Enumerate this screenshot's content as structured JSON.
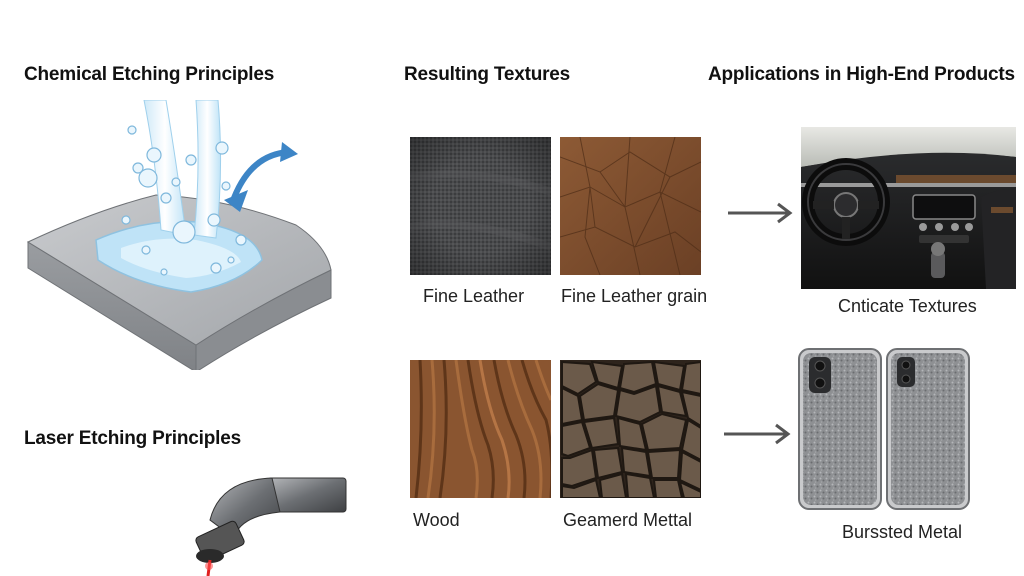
{
  "headings": {
    "chemical": "Chemical Etching Principles",
    "laser": "Laser Etching Principles",
    "textures": "Resulting Textures",
    "applications": "Applications in High-End Products"
  },
  "textures": [
    {
      "label": "Fine Leather",
      "kind": "dark-fabric"
    },
    {
      "label": "Fine Leather grain",
      "kind": "brown-leather"
    },
    {
      "label": "Wood",
      "kind": "wood-grain"
    },
    {
      "label": "Geamerd Mettal",
      "kind": "cracked-leather"
    }
  ],
  "applications": [
    {
      "label": "Cnticate Textures",
      "kind": "car-interior"
    },
    {
      "label": "Burssted Metal",
      "kind": "textured-phones"
    }
  ],
  "icons": {
    "chemical_illustration": "etching-bath-icon",
    "laser_illustration": "laser-head-icon",
    "arrow": "arrow-right-icon"
  },
  "colors": {
    "liquid": "#bfe3f7",
    "metal_block": "#9a9da1",
    "curved_arrow": "#3d85c6",
    "arrow": "#555555",
    "laser_beam": "#e02020"
  }
}
